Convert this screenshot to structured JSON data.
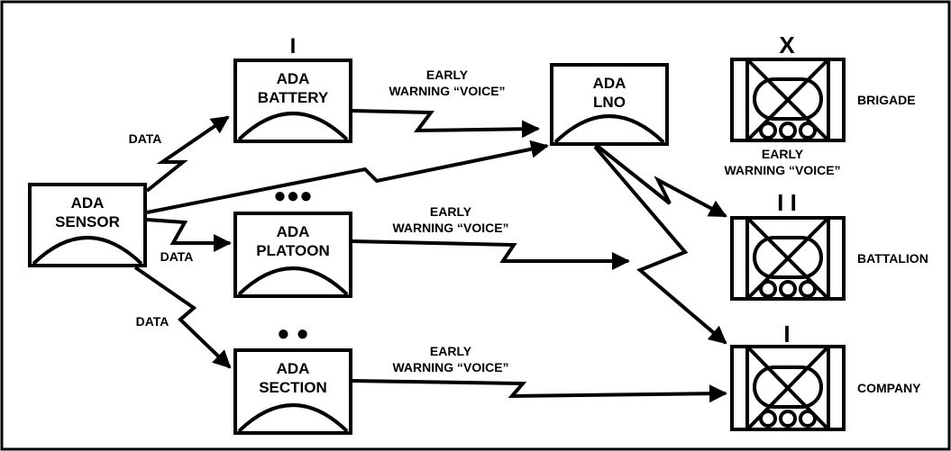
{
  "nodes": {
    "sensor": {
      "line1": "ADA",
      "line2": "SENSOR"
    },
    "battery": {
      "line1": "ADA",
      "line2": "BATTERY",
      "size_mark": "I"
    },
    "lno": {
      "line1": "ADA",
      "line2": "LNO"
    },
    "platoon": {
      "line1": "ADA",
      "line2": "PLATOON",
      "size_mark": "●●●"
    },
    "section": {
      "line1": "ADA",
      "line2": "SECTION",
      "size_mark": "● ●"
    }
  },
  "links": {
    "data_label": "DATA",
    "early_line1": "EARLY",
    "early_line2": "WARNING “VOICE”"
  },
  "echelons": {
    "brigade": {
      "label": "BRIGADE",
      "size_mark": "X"
    },
    "battalion": {
      "label": "BATTALION",
      "size_mark": "I I"
    },
    "company": {
      "label": "COMPANY",
      "size_mark": "I"
    }
  }
}
